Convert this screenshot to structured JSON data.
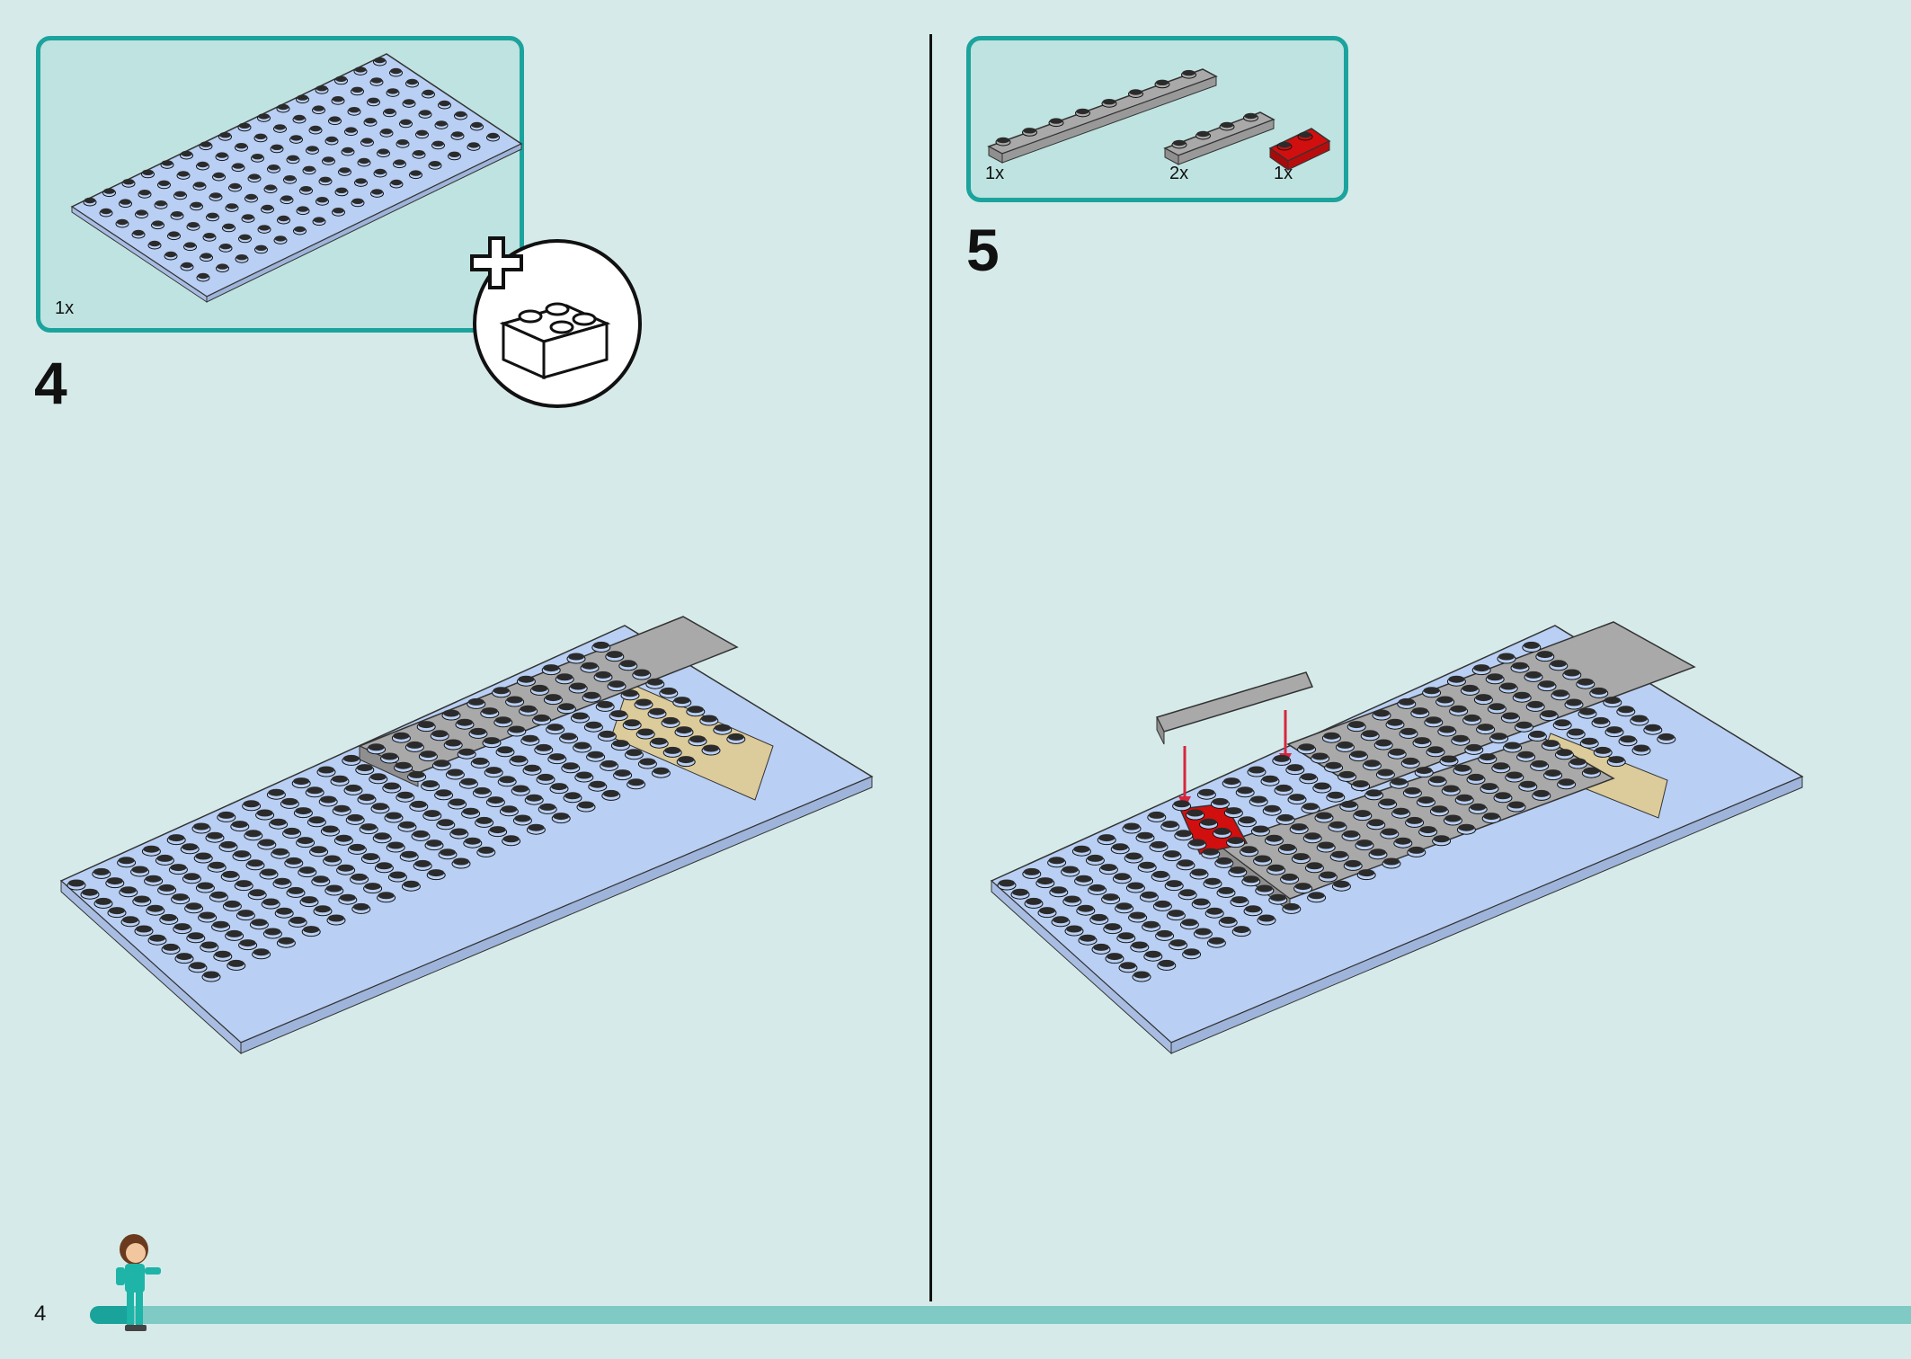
{
  "page": {
    "number": "4"
  },
  "steps": [
    {
      "number": "4",
      "parts": [
        {
          "qty": "1x",
          "name": "light-blue-baseplate"
        }
      ],
      "badge": "new-bag-icon"
    },
    {
      "number": "5",
      "parts": [
        {
          "qty": "1x",
          "name": "gray-1x8-plate"
        },
        {
          "qty": "2x",
          "name": "gray-1x4-plate"
        },
        {
          "qty": "1x",
          "name": "red-1x2-plate"
        }
      ]
    }
  ],
  "colors": {
    "background": "#d6ebe9",
    "accent": "#1ca39d",
    "baseplate": "#b9cff3",
    "gray": "#a9a9a9",
    "tan": "#dccb9b",
    "red": "#d10f0f",
    "arrow": "#d7263d"
  },
  "progress": {
    "fraction": 0.02
  }
}
